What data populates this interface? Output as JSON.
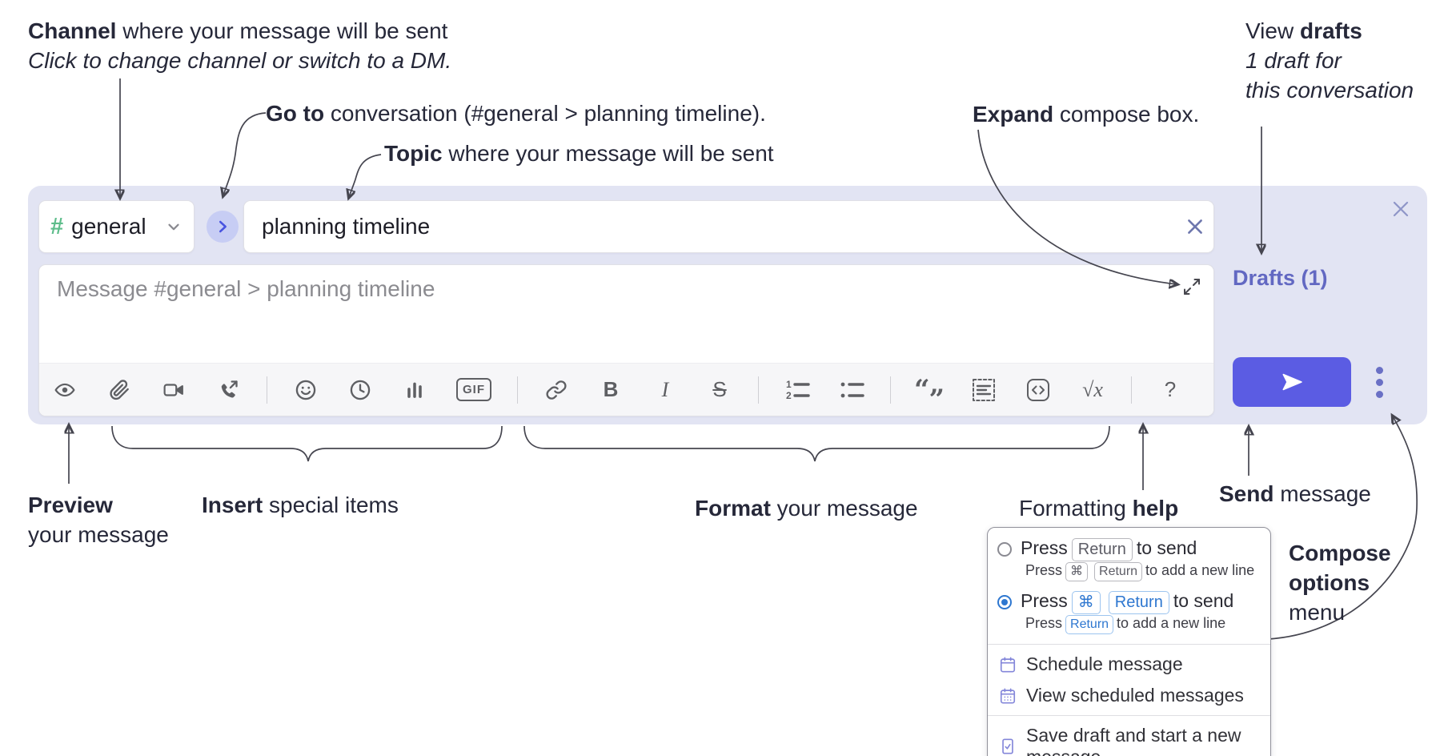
{
  "annotations": {
    "channel_line1_bold": "Channel",
    "channel_line1_rest": " where your message will be sent",
    "channel_line2": "Click to change channel or switch to a DM.",
    "goto_bold": "Go to",
    "goto_rest": " conversation (#general > planning timeline).",
    "topic_bold": "Topic",
    "topic_rest": " where your message will be sent",
    "expand_bold": "Expand",
    "expand_rest": " compose box.",
    "drafts_line1_pre": "View ",
    "drafts_line1_bold": "drafts",
    "drafts_line2": "1 draft for",
    "drafts_line3": "this conversation",
    "preview_bold": "Preview",
    "preview_line2": "your message",
    "insert_bold": "Insert",
    "insert_rest": " special items",
    "format_bold": "Format",
    "format_rest": " your message",
    "help_pre": "Formatting ",
    "help_bold": "help",
    "send_bold": "Send",
    "send_rest": " message",
    "compose_options_line1": "Compose",
    "compose_options_line2": "options",
    "compose_options_line3": "menu"
  },
  "composer": {
    "channel_hash": "#",
    "channel_name": "general",
    "topic_value": "planning timeline",
    "message_placeholder": "Message #general > planning timeline",
    "drafts_link": "Drafts (1)",
    "toolbar_glyphs": {
      "gif": "GIF",
      "bold": "B",
      "italic": "I",
      "strike": "S",
      "quote_open": "“",
      "quote_close": "”",
      "formula": "√x",
      "help": "?",
      "ol_1": "1",
      "ol_2": "2"
    }
  },
  "popup": {
    "option1_pre": "Press",
    "option1_key": "Return",
    "option1_post": "to send",
    "option1_sub_pre": "Press",
    "option1_sub_key1": "⌘",
    "option1_sub_key2": "Return",
    "option1_sub_post": "to add a new line",
    "option2_pre": "Press",
    "option2_key1": "⌘",
    "option2_key2": "Return",
    "option2_post": "to send",
    "option2_sub_pre": "Press",
    "option2_sub_key": "Return",
    "option2_sub_post": "to add a new line",
    "menu_items": [
      "Schedule message",
      "View scheduled messages",
      "Save draft and start a new message"
    ]
  },
  "colors": {
    "panel_bg": "#e2e4f3",
    "send_button": "#5b5ce3",
    "hash_green": "#5ebd8b",
    "drafts_link": "#6268c2",
    "popup_blue": "#2e77d0"
  }
}
